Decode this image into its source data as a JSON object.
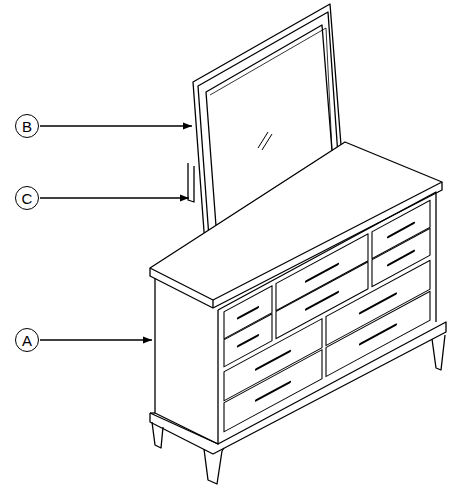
{
  "diagram": {
    "nodes": [
      {
        "text": [
          "B"
        ]
      },
      {
        "text": [
          "C"
        ]
      },
      {
        "text": [
          "A"
        ]
      }
    ]
  }
}
